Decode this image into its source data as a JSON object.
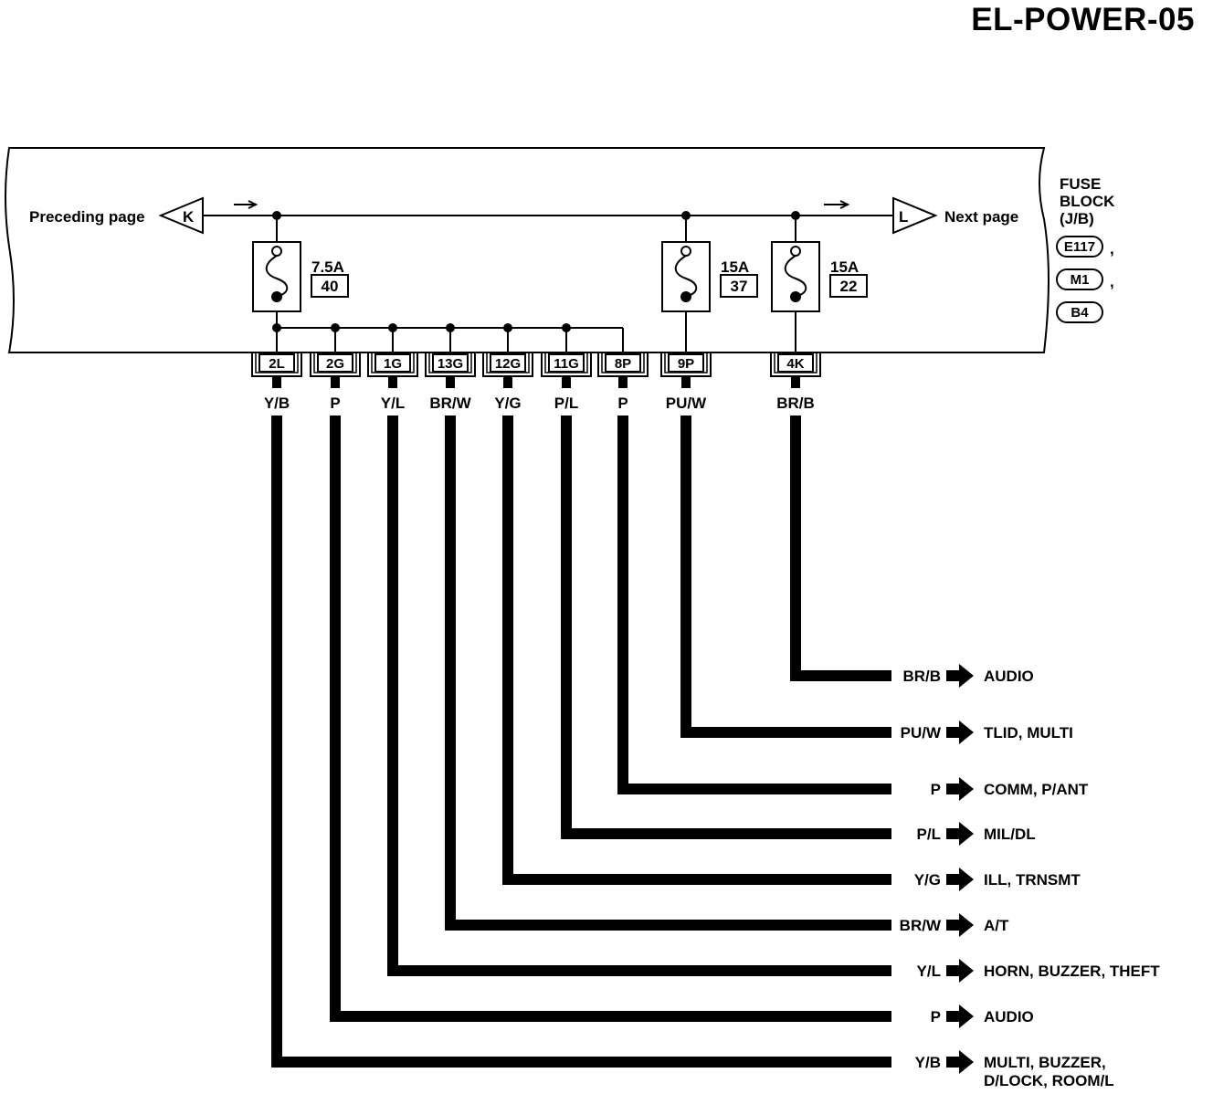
{
  "page_code": "EL-POWER-05",
  "nav": {
    "preceding": "Preceding page",
    "preceding_marker": "K",
    "next": "Next page",
    "next_marker": "L"
  },
  "fuse_block": {
    "line1": "FUSE",
    "line2": "BLOCK",
    "line3": "(J/B)",
    "connectors": [
      "E117",
      "M1",
      "B4"
    ]
  },
  "fuses": [
    {
      "rating": "7.5A",
      "number": "40"
    },
    {
      "rating": "15A",
      "number": "37"
    },
    {
      "rating": "15A",
      "number": "22"
    }
  ],
  "terminals": [
    {
      "id": "2L",
      "wire": "Y/B"
    },
    {
      "id": "2G",
      "wire": "P"
    },
    {
      "id": "1G",
      "wire": "Y/L"
    },
    {
      "id": "13G",
      "wire": "BR/W"
    },
    {
      "id": "12G",
      "wire": "Y/G"
    },
    {
      "id": "11G",
      "wire": "P/L"
    },
    {
      "id": "8P",
      "wire": "P"
    },
    {
      "id": "9P",
      "wire": "PU/W"
    },
    {
      "id": "4K",
      "wire": "BR/B"
    }
  ],
  "outputs": [
    {
      "wire": "BR/B",
      "dest": "AUDIO"
    },
    {
      "wire": "PU/W",
      "dest": "TLID, MULTI"
    },
    {
      "wire": "P",
      "dest": "COMM, P/ANT"
    },
    {
      "wire": "P/L",
      "dest": "MIL/DL"
    },
    {
      "wire": "Y/G",
      "dest": "ILL, TRNSMT"
    },
    {
      "wire": "BR/W",
      "dest": "A/T"
    },
    {
      "wire": "Y/L",
      "dest": "HORN, BUZZER, THEFT"
    },
    {
      "wire": "P",
      "dest": "AUDIO"
    },
    {
      "wire": "Y/B",
      "dest": "MULTI, BUZZER,",
      "dest2": "D/LOCK, ROOM/L"
    }
  ]
}
